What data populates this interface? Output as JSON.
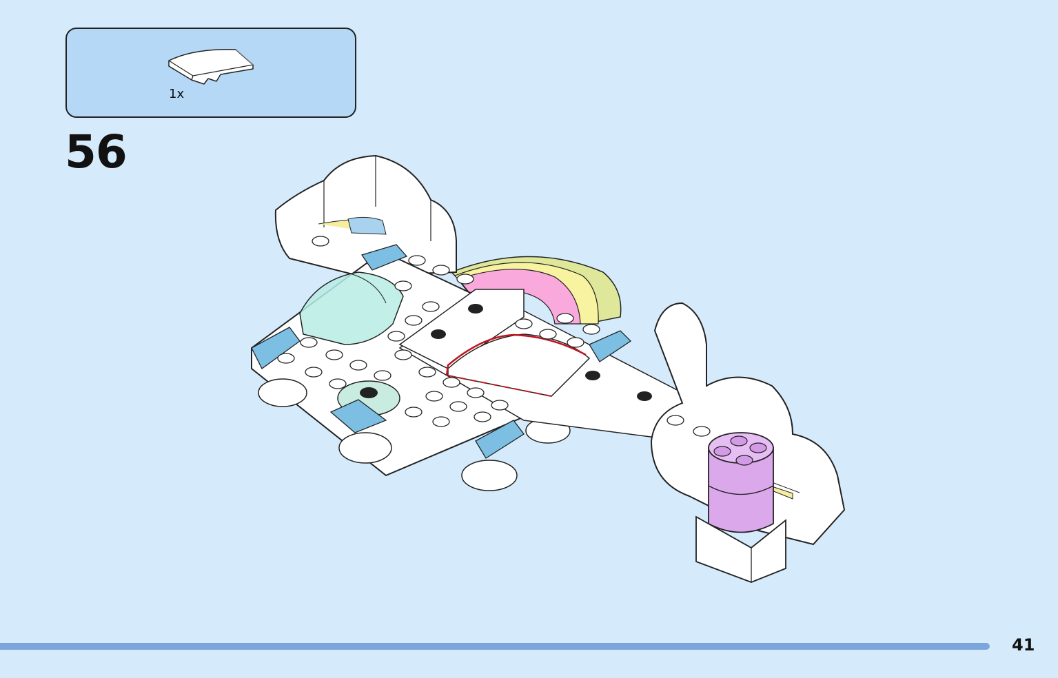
{
  "parts_callout": {
    "items": [
      {
        "icon": "white-curved-slope-brick-icon",
        "quantity": "1x"
      }
    ]
  },
  "step": {
    "number": "56"
  },
  "model": {
    "icon": "rainbow-cloud-vehicle-assembly-icon"
  },
  "footer": {
    "progress_fraction": 1.0,
    "page_number": "41"
  },
  "colors": {
    "background": "#d5eafa",
    "callout_fill": "#b4d8f5",
    "progress_bar": "#7ba6dc",
    "highlight_outline": "#c0141e"
  }
}
